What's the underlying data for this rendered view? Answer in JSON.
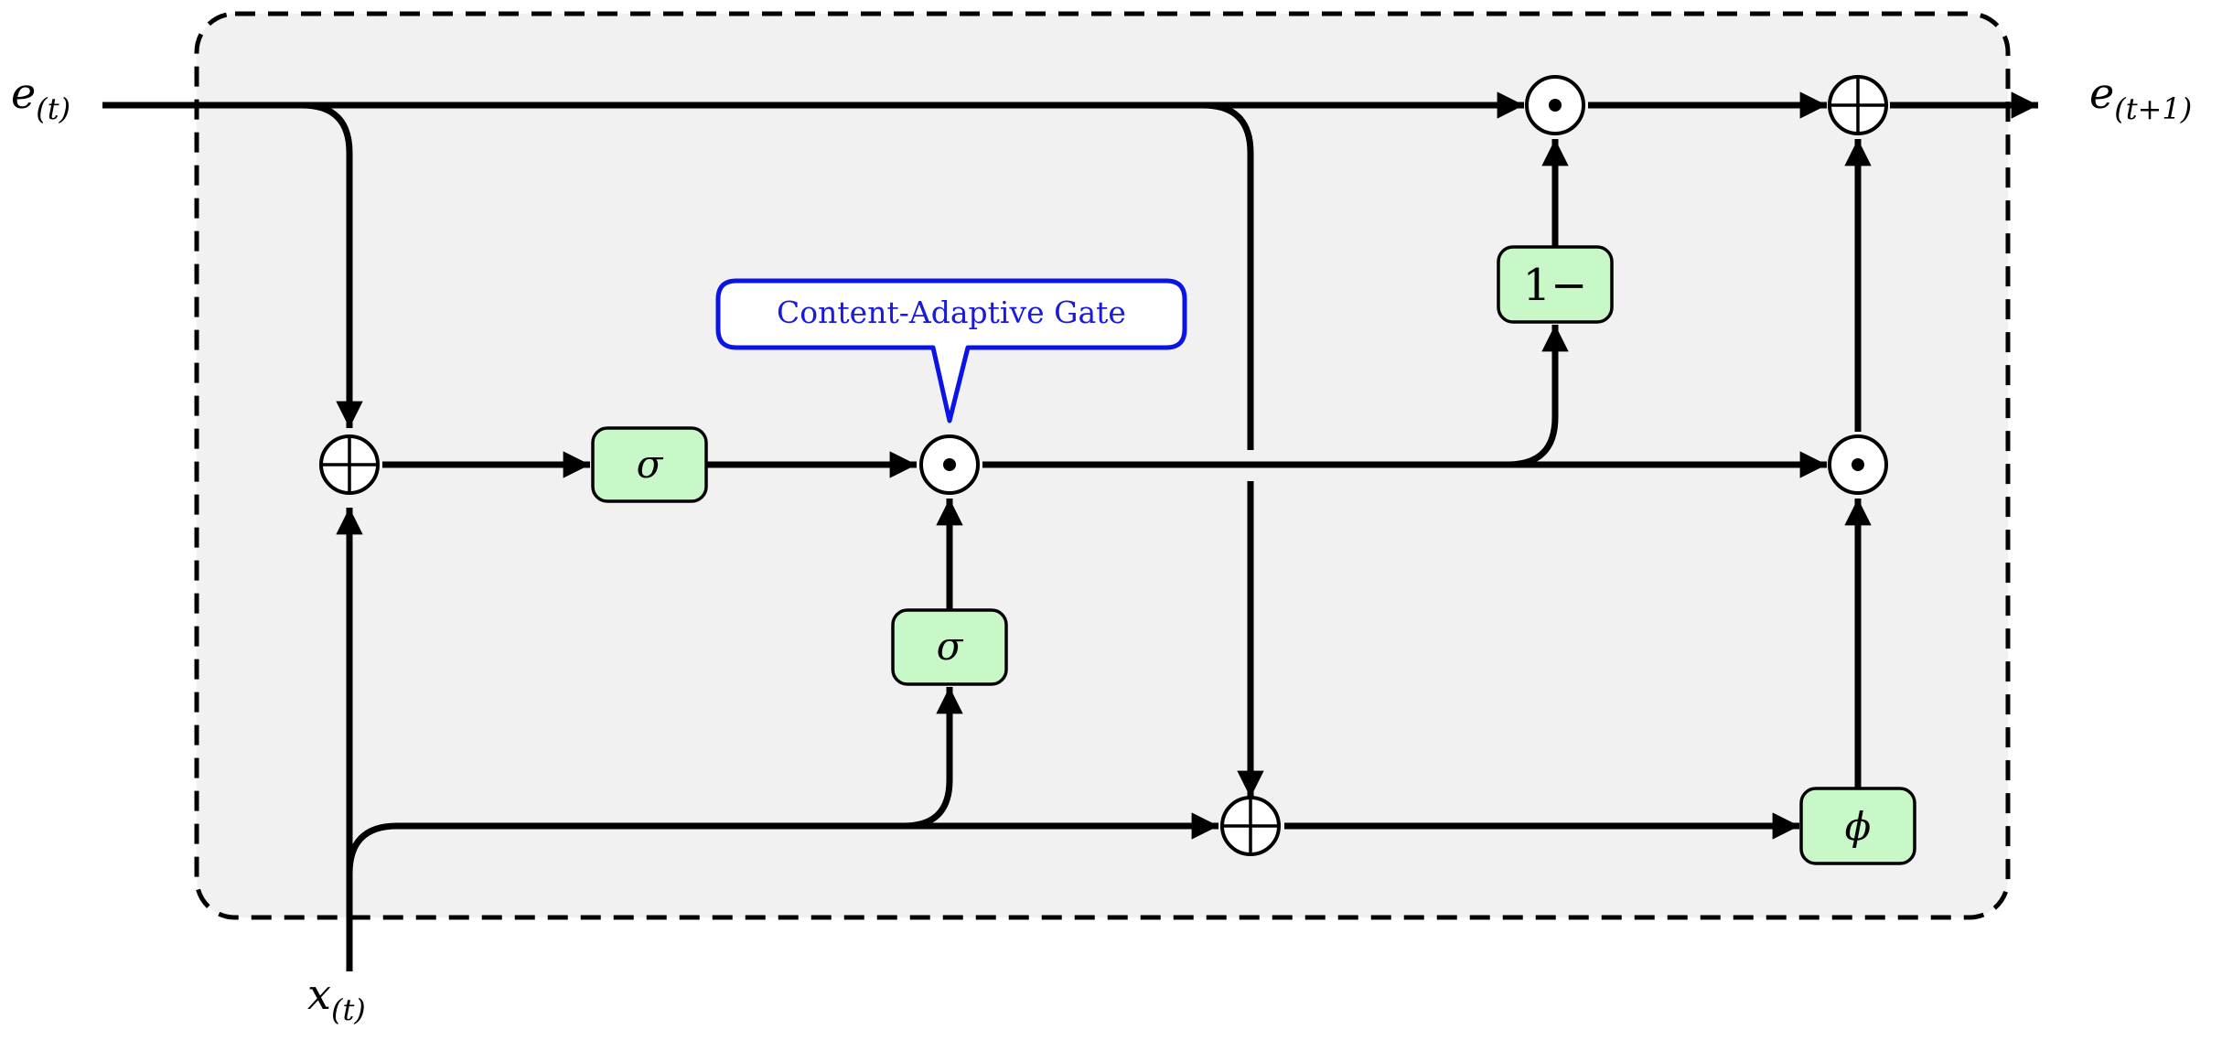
{
  "inputs": {
    "e": {
      "base": "e",
      "sub": "(t)"
    },
    "x": {
      "base": "x",
      "sub": "(t)"
    }
  },
  "output": {
    "base": "e",
    "sub": "(t+1)"
  },
  "gates": {
    "sigma_top": "σ",
    "sigma_mid": "σ",
    "one_minus": "1−",
    "phi": "ϕ"
  },
  "operators": {
    "add": "⊕",
    "mul": "⊙"
  },
  "callout": {
    "label": "Content-Adaptive Gate"
  },
  "colors": {
    "gate_fill": "#c8f7c8",
    "container_fill": "#f1f1f1",
    "callout_border": "#0a14e6",
    "callout_text": "#1a1ad8"
  }
}
